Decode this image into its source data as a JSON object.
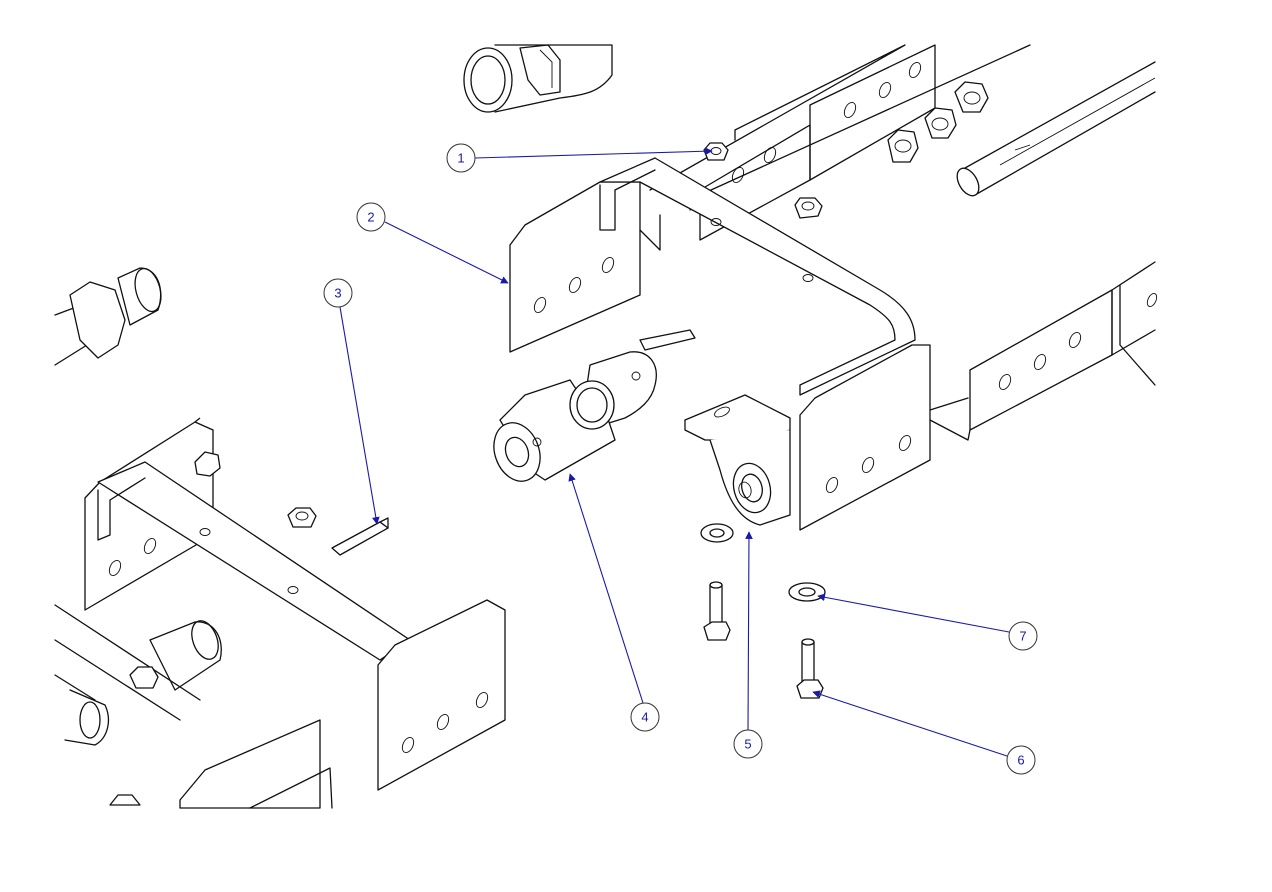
{
  "diagram": {
    "callouts": [
      {
        "id": "1",
        "label": "1"
      },
      {
        "id": "2",
        "label": "2"
      },
      {
        "id": "3",
        "label": "3"
      },
      {
        "id": "4",
        "label": "4"
      },
      {
        "id": "5",
        "label": "5"
      },
      {
        "id": "6",
        "label": "6"
      },
      {
        "id": "7",
        "label": "7"
      }
    ],
    "colors": {
      "line": "#111111",
      "leader": "#1a1aa8",
      "background": "#ffffff"
    }
  }
}
